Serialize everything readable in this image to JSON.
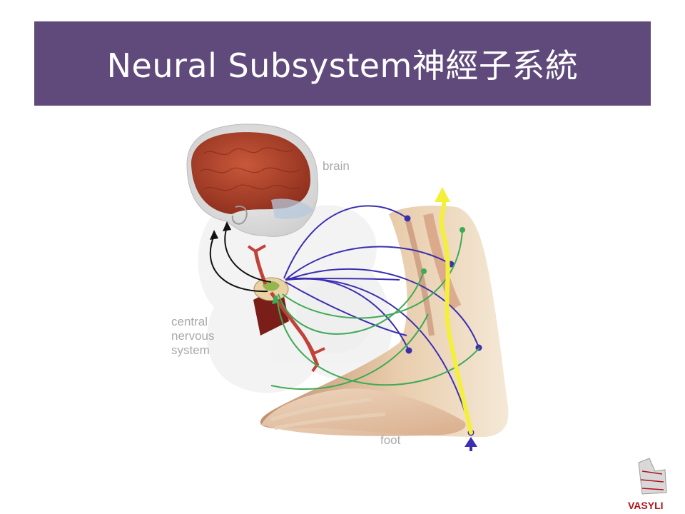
{
  "slide": {
    "title": "Neural Subsystem神經子系統"
  },
  "diagram": {
    "labels": {
      "brain": "brain",
      "cns_line1": "central",
      "cns_line2": "nervous",
      "cns_line3": "system",
      "foot": "foot"
    }
  },
  "logo": {
    "text": "VASYLI"
  },
  "colors": {
    "banner": "#604a7b",
    "afferent": "#3b2fb0",
    "efferent": "#3daa55",
    "motor": "#111111",
    "impulse": "#f4f03a",
    "logo": "#b1121a"
  }
}
